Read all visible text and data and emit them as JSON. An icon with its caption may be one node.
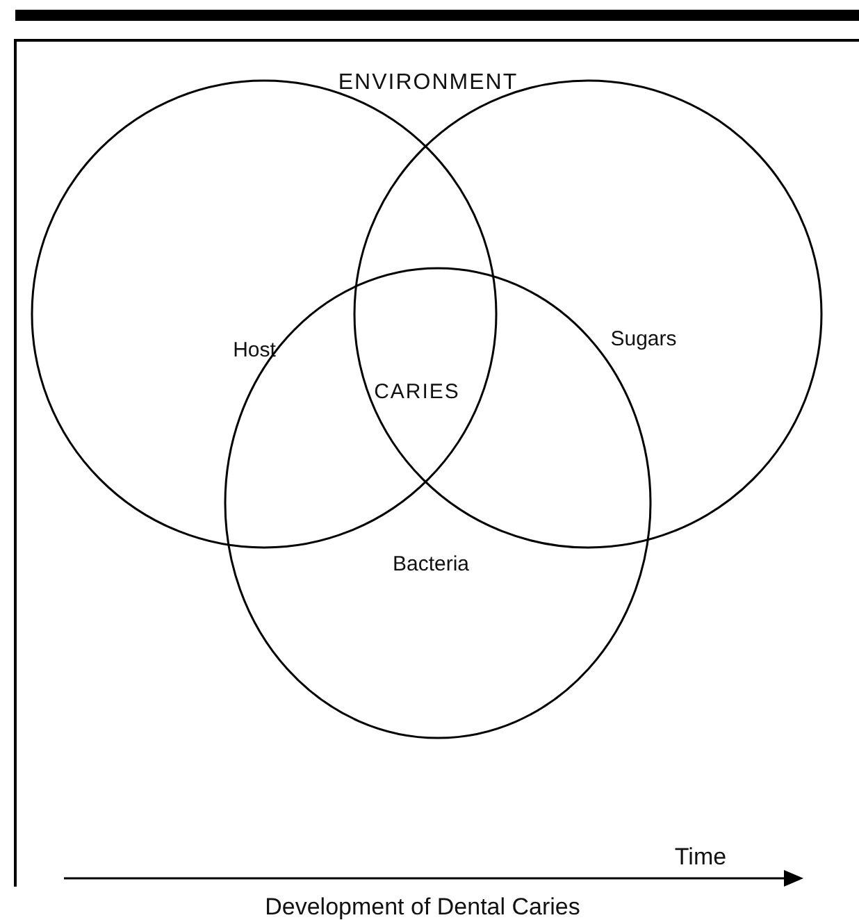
{
  "diagram": {
    "nodes": [
      {
        "text": [
          "ENVIRONMENT"
        ]
      },
      {
        "text": [
          "Host"
        ],
        "in": 0
      },
      {
        "text": [
          "Sugars"
        ],
        "in": 0
      },
      {
        "text": [
          "Bacteria"
        ],
        "in": 0
      }
    ],
    "labels": [
      "CARIES",
      "Time",
      "Development of Dental Caries"
    ]
  }
}
